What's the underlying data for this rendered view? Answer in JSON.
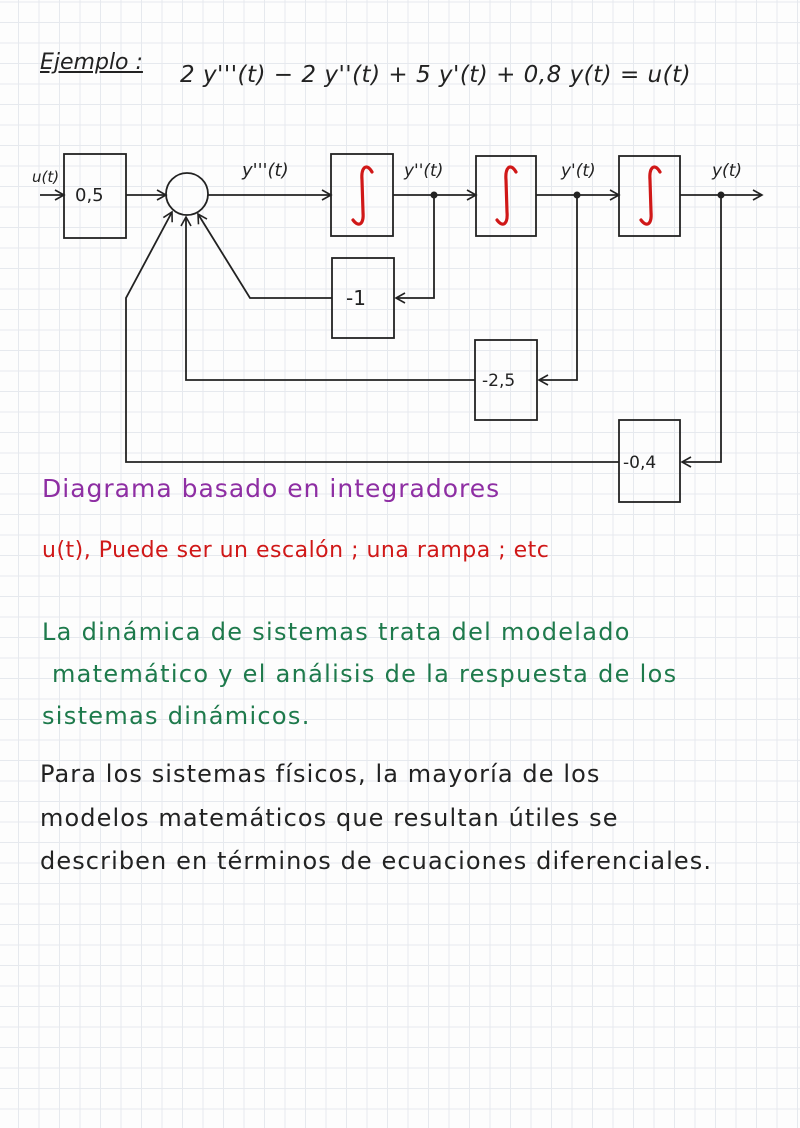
{
  "header": {
    "label": "Ejemplo :",
    "equation": "2 y'''(t) − 2 y''(t) + 5 y'(t) + 0,8 y(t) = u(t)"
  },
  "diagram": {
    "input_label": "u(t)",
    "gain_input": "0,5",
    "signal_ddd": "y'''(t)",
    "signal_dd": "y''(t)",
    "signal_d": "y'(t)",
    "signal_out": "y(t)",
    "gain_fb1": "-1",
    "gain_fb2": "-2,5",
    "gain_fb3": "-0,4"
  },
  "notes": {
    "diagram_caption": "Diagrama basado en integradores",
    "input_note": "u(t), Puede ser un escalón ; una rampa ; etc",
    "definition_lines": [
      "La dinámica de sistemas trata del modelado",
      "matemático y el análisis de la respuesta de los",
      "sistemas dinámicos."
    ],
    "models_lines": [
      "Para los sistemas físicos, la mayoría de los",
      "modelos matemáticos que resultan útiles se",
      "describen en términos de ecuaciones diferenciales."
    ]
  },
  "colors": {
    "integrator_symbol": "#d01818",
    "caption": "#8e2ea3",
    "input_note": "#d01818",
    "definition_text": "#1e7a4c",
    "body_text": "#222222"
  }
}
